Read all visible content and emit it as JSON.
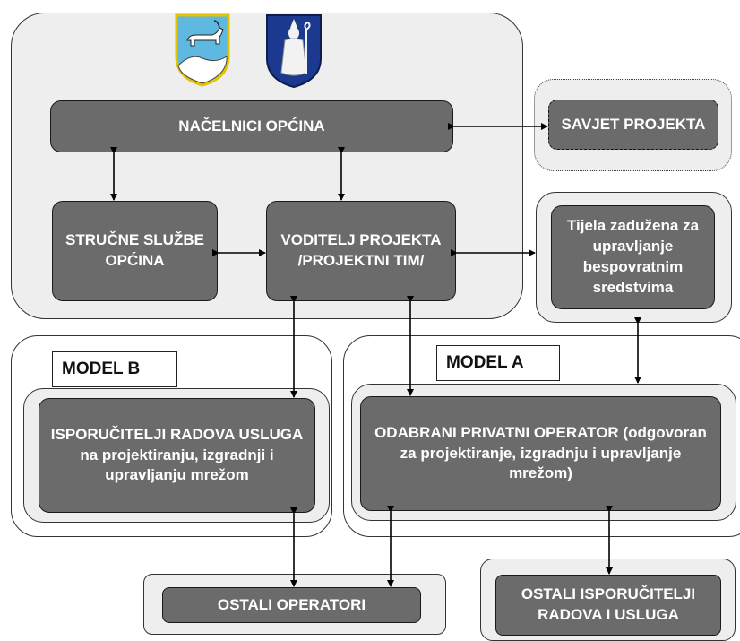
{
  "logos": [
    "goat-crest-icon",
    "bishop-crest-icon"
  ],
  "boxes": {
    "nacelnici": "NAČELNICI OPĆINA",
    "savjet": "SAVJET PROJEKTA",
    "strucne": "STRUČNE SLUŽBE OPĆINA",
    "voditelj": "VODITELJ PROJEKTA /PROJEKTNI TIM/",
    "tijela": "Tijela zadužena za upravljanje bespovratnim sredstvima",
    "isporucitelji": "ISPORUČITELJI RADOVA USLUGA na projektiranju, izgradnji i upravljanju mrežom",
    "odabrani": "ODABRANI PRIVATNI OPERATOR (odgovoran za projektiranje, izgradnju i upravljanje mrežom)",
    "ostali_operatori": "OSTALI OPERATORI",
    "ostali_isporucitelji": "OSTALI ISPORUČITELJI RADOVA I USLUGA"
  },
  "models": {
    "b": "MODEL B",
    "a": "MODEL A"
  },
  "colors": {
    "dark_box": "#6b6b6b",
    "panel": "#eeeeee",
    "text": "#ffffff"
  }
}
